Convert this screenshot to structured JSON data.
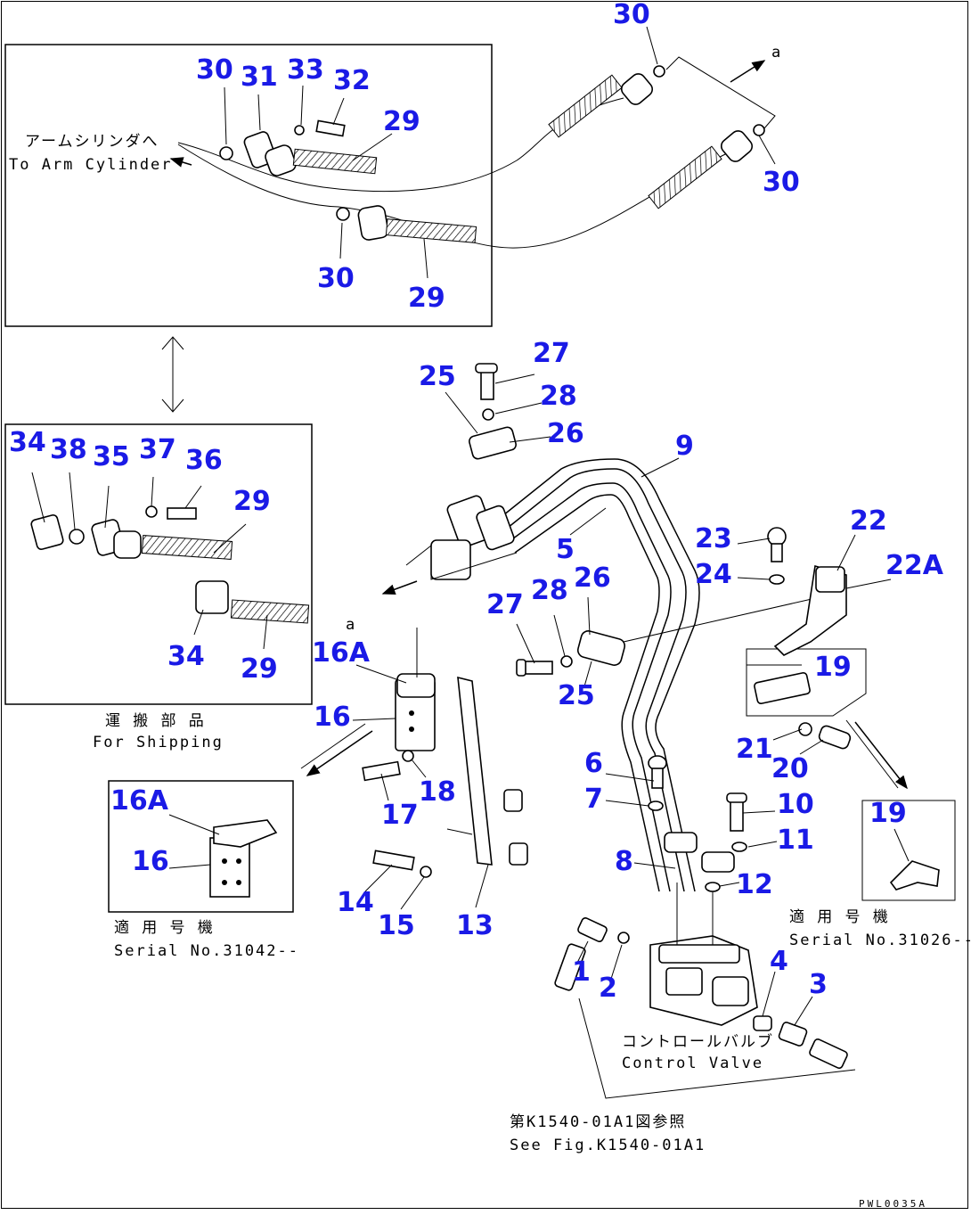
{
  "labels": {
    "l30a": "30",
    "l30b": "30",
    "l30c": "30",
    "l30d": "30",
    "l31": "31",
    "l33": "33",
    "l32": "32",
    "l29a": "29",
    "l29b": "29",
    "l29c": "29",
    "l29d": "29",
    "l34a": "34",
    "l34b": "34",
    "l38": "38",
    "l35": "35",
    "l37": "37",
    "l36": "36",
    "l27a": "27",
    "l27b": "27",
    "l25a": "25",
    "l25b": "25",
    "l28a": "28",
    "l28b": "28",
    "l26a": "26",
    "l26b": "26",
    "l9": "9",
    "l5": "5",
    "l23": "23",
    "l24": "24",
    "l22": "22",
    "l22a": "22A",
    "l19a": "19",
    "l19b": "19",
    "l16aa": "16A",
    "l16ab": "16A",
    "l16a": "16",
    "l16b": "16",
    "l17": "17",
    "l18": "18",
    "l21": "21",
    "l20": "20",
    "l6": "6",
    "l7": "7",
    "l8": "8",
    "l10": "10",
    "l11": "11",
    "l12": "12",
    "l14": "14",
    "l15": "15",
    "l13": "13",
    "l1": "1",
    "l2": "2",
    "l3": "3",
    "l4": "4"
  },
  "notes": {
    "arm_jp": "アームシリンダへ",
    "arm_en": "To Arm Cylinder",
    "ship_jp": "運 搬 部 品",
    "ship_en": "For Shipping",
    "serial_jp_a": "適 用 号 機",
    "serial_en_a": "Serial No.31042--",
    "serial_jp_b": "適 用 号 機",
    "serial_en_b": "Serial No.31026--",
    "cv_jp": "コントロールバルブ",
    "cv_en": "Control Valve",
    "fig_jp": "第K1540-01A1図参照",
    "fig_en": "See Fig.K1540-01A1",
    "ref_a1": "a",
    "ref_a2": "a",
    "drawing_code": "PWL0035A"
  }
}
